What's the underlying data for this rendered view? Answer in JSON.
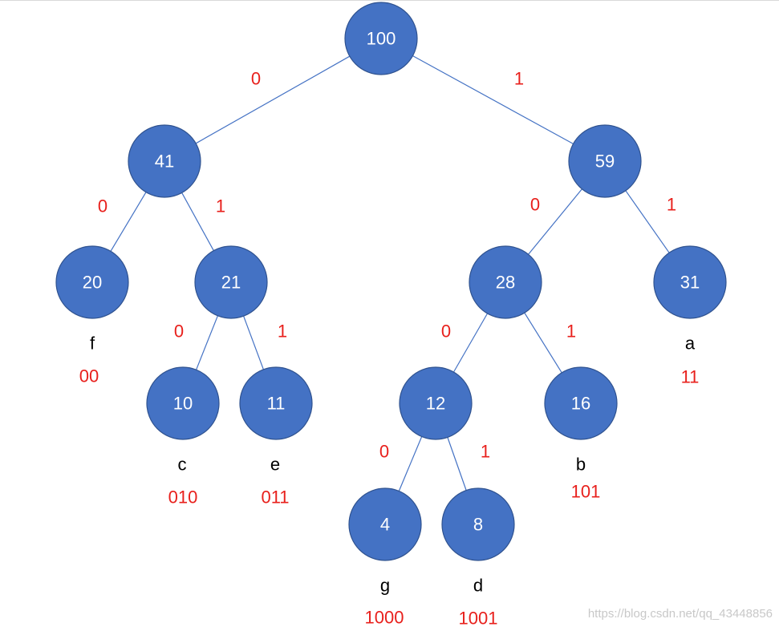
{
  "tree": {
    "nodes": [
      {
        "id": "n100",
        "label": "100"
      },
      {
        "id": "n41",
        "label": "41"
      },
      {
        "id": "n59",
        "label": "59"
      },
      {
        "id": "n20",
        "label": "20"
      },
      {
        "id": "n21",
        "label": "21"
      },
      {
        "id": "n28",
        "label": "28"
      },
      {
        "id": "n31",
        "label": "31"
      },
      {
        "id": "n10",
        "label": "10"
      },
      {
        "id": "n11",
        "label": "11"
      },
      {
        "id": "n12",
        "label": "12"
      },
      {
        "id": "n16",
        "label": "16"
      },
      {
        "id": "n4",
        "label": "4"
      },
      {
        "id": "n8",
        "label": "8"
      }
    ],
    "edges": [
      {
        "from": "n100",
        "to": "n41",
        "bit": "0"
      },
      {
        "from": "n100",
        "to": "n59",
        "bit": "1"
      },
      {
        "from": "n41",
        "to": "n20",
        "bit": "0"
      },
      {
        "from": "n41",
        "to": "n21",
        "bit": "1"
      },
      {
        "from": "n59",
        "to": "n28",
        "bit": "0"
      },
      {
        "from": "n59",
        "to": "n31",
        "bit": "1"
      },
      {
        "from": "n21",
        "to": "n10",
        "bit": "0"
      },
      {
        "from": "n21",
        "to": "n11",
        "bit": "1"
      },
      {
        "from": "n28",
        "to": "n12",
        "bit": "0"
      },
      {
        "from": "n28",
        "to": "n16",
        "bit": "1"
      },
      {
        "from": "n12",
        "to": "n4",
        "bit": "0"
      },
      {
        "from": "n12",
        "to": "n8",
        "bit": "1"
      }
    ],
    "leaves": [
      {
        "node": "n20",
        "letter": "f",
        "code": "00"
      },
      {
        "node": "n31",
        "letter": "a",
        "code": "11"
      },
      {
        "node": "n10",
        "letter": "c",
        "code": "010"
      },
      {
        "node": "n11",
        "letter": "e",
        "code": "011"
      },
      {
        "node": "n16",
        "letter": "b",
        "code": "101"
      },
      {
        "node": "n4",
        "letter": "g",
        "code": "1000"
      },
      {
        "node": "n8",
        "letter": "d",
        "code": "1001"
      }
    ]
  },
  "colors": {
    "node_fill": "#4472C4",
    "node_stroke": "#2F528F",
    "bit_label": "#e8201c",
    "code_label": "#e8201c",
    "letter_label": "#000000"
  },
  "watermark": "https://blog.csdn.net/qq_43448856"
}
